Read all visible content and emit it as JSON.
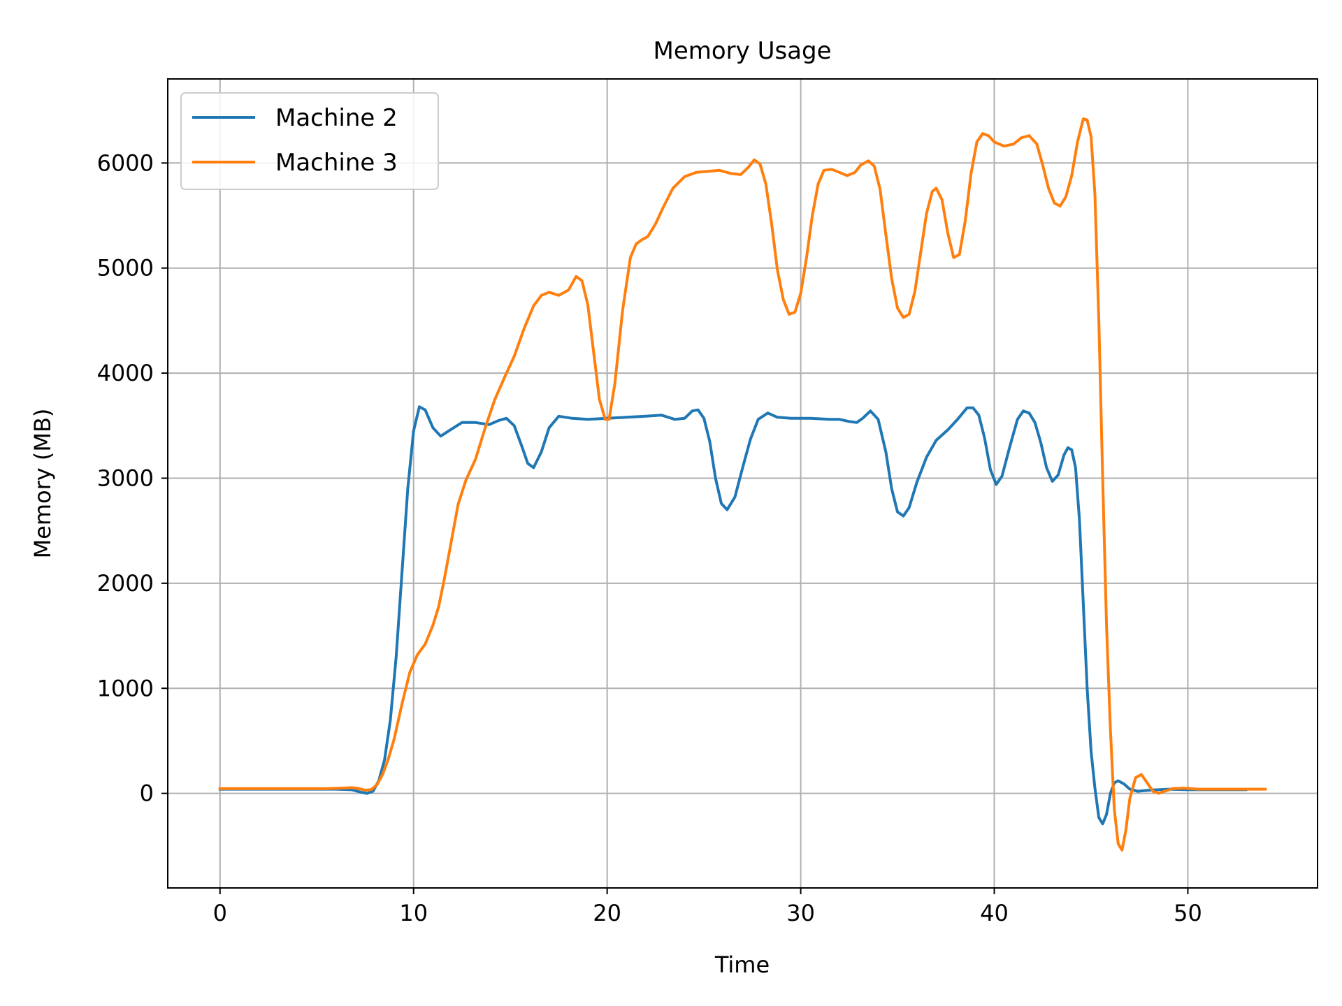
{
  "chart_data": {
    "type": "line",
    "title": "Memory Usage",
    "xlabel": "Time",
    "ylabel": "Memory (MB)",
    "xlim": [
      -2.7,
      56.7
    ],
    "ylim": [
      -900,
      6800
    ],
    "xticks": [
      0,
      10,
      20,
      30,
      40,
      50
    ],
    "yticks": [
      0,
      1000,
      2000,
      3000,
      4000,
      5000,
      6000
    ],
    "grid": true,
    "legend_position": "top-left",
    "series": [
      {
        "name": "Machine 2",
        "color": "#1f77b4",
        "points": [
          [
            0,
            40
          ],
          [
            2,
            40
          ],
          [
            4,
            40
          ],
          [
            6,
            40
          ],
          [
            6.8,
            35
          ],
          [
            7.3,
            10
          ],
          [
            7.6,
            0
          ],
          [
            7.9,
            20
          ],
          [
            8.2,
            120
          ],
          [
            8.5,
            320
          ],
          [
            8.8,
            700
          ],
          [
            9.1,
            1300
          ],
          [
            9.4,
            2100
          ],
          [
            9.7,
            2900
          ],
          [
            10.0,
            3450
          ],
          [
            10.3,
            3680
          ],
          [
            10.6,
            3650
          ],
          [
            11.0,
            3480
          ],
          [
            11.4,
            3400
          ],
          [
            11.9,
            3460
          ],
          [
            12.5,
            3530
          ],
          [
            13.2,
            3530
          ],
          [
            13.9,
            3510
          ],
          [
            14.4,
            3550
          ],
          [
            14.8,
            3570
          ],
          [
            15.2,
            3500
          ],
          [
            15.6,
            3300
          ],
          [
            15.9,
            3140
          ],
          [
            16.2,
            3100
          ],
          [
            16.6,
            3250
          ],
          [
            17.0,
            3480
          ],
          [
            17.5,
            3590
          ],
          [
            18.2,
            3570
          ],
          [
            19,
            3560
          ],
          [
            20,
            3570
          ],
          [
            21,
            3580
          ],
          [
            22,
            3590
          ],
          [
            22.8,
            3600
          ],
          [
            23.5,
            3560
          ],
          [
            24.0,
            3570
          ],
          [
            24.4,
            3640
          ],
          [
            24.7,
            3650
          ],
          [
            25.0,
            3570
          ],
          [
            25.3,
            3350
          ],
          [
            25.6,
            3000
          ],
          [
            25.9,
            2760
          ],
          [
            26.2,
            2700
          ],
          [
            26.6,
            2820
          ],
          [
            27.0,
            3100
          ],
          [
            27.4,
            3370
          ],
          [
            27.8,
            3560
          ],
          [
            28.3,
            3620
          ],
          [
            28.8,
            3580
          ],
          [
            29.5,
            3570
          ],
          [
            30.5,
            3570
          ],
          [
            31.5,
            3560
          ],
          [
            32.0,
            3560
          ],
          [
            32.5,
            3540
          ],
          [
            32.9,
            3530
          ],
          [
            33.2,
            3570
          ],
          [
            33.6,
            3640
          ],
          [
            34.0,
            3560
          ],
          [
            34.4,
            3250
          ],
          [
            34.7,
            2900
          ],
          [
            35.0,
            2680
          ],
          [
            35.3,
            2640
          ],
          [
            35.6,
            2720
          ],
          [
            36.0,
            2960
          ],
          [
            36.5,
            3200
          ],
          [
            37.0,
            3360
          ],
          [
            37.6,
            3460
          ],
          [
            38.1,
            3560
          ],
          [
            38.6,
            3670
          ],
          [
            38.9,
            3670
          ],
          [
            39.2,
            3600
          ],
          [
            39.5,
            3380
          ],
          [
            39.8,
            3080
          ],
          [
            40.1,
            2940
          ],
          [
            40.4,
            3020
          ],
          [
            40.8,
            3300
          ],
          [
            41.2,
            3560
          ],
          [
            41.5,
            3640
          ],
          [
            41.8,
            3620
          ],
          [
            42.1,
            3530
          ],
          [
            42.4,
            3340
          ],
          [
            42.7,
            3100
          ],
          [
            43.0,
            2970
          ],
          [
            43.3,
            3030
          ],
          [
            43.6,
            3220
          ],
          [
            43.8,
            3290
          ],
          [
            44.0,
            3270
          ],
          [
            44.2,
            3100
          ],
          [
            44.4,
            2600
          ],
          [
            44.6,
            1800
          ],
          [
            44.8,
            1000
          ],
          [
            45.0,
            400
          ],
          [
            45.2,
            50
          ],
          [
            45.4,
            -230
          ],
          [
            45.6,
            -290
          ],
          [
            45.8,
            -200
          ],
          [
            46.0,
            0
          ],
          [
            46.2,
            100
          ],
          [
            46.4,
            120
          ],
          [
            46.7,
            90
          ],
          [
            47.0,
            40
          ],
          [
            47.4,
            20
          ],
          [
            48,
            30
          ],
          [
            49,
            40
          ],
          [
            50,
            35
          ],
          [
            51,
            35
          ],
          [
            52,
            35
          ],
          [
            53,
            35
          ]
        ]
      },
      {
        "name": "Machine 3",
        "color": "#ff7f0e",
        "points": [
          [
            0,
            45
          ],
          [
            2,
            45
          ],
          [
            4,
            45
          ],
          [
            5.5,
            45
          ],
          [
            6.3,
            50
          ],
          [
            6.8,
            55
          ],
          [
            7.2,
            45
          ],
          [
            7.5,
            30
          ],
          [
            7.8,
            35
          ],
          [
            8.1,
            80
          ],
          [
            8.4,
            180
          ],
          [
            8.7,
            330
          ],
          [
            9.0,
            520
          ],
          [
            9.4,
            850
          ],
          [
            9.8,
            1150
          ],
          [
            10.2,
            1320
          ],
          [
            10.6,
            1420
          ],
          [
            11.0,
            1600
          ],
          [
            11.3,
            1780
          ],
          [
            11.6,
            2050
          ],
          [
            12.0,
            2450
          ],
          [
            12.3,
            2750
          ],
          [
            12.7,
            2980
          ],
          [
            13.2,
            3180
          ],
          [
            13.7,
            3480
          ],
          [
            14.2,
            3750
          ],
          [
            14.7,
            3960
          ],
          [
            15.2,
            4160
          ],
          [
            15.7,
            4420
          ],
          [
            16.2,
            4640
          ],
          [
            16.6,
            4740
          ],
          [
            17.0,
            4770
          ],
          [
            17.5,
            4740
          ],
          [
            18.0,
            4790
          ],
          [
            18.4,
            4920
          ],
          [
            18.7,
            4880
          ],
          [
            19.0,
            4650
          ],
          [
            19.3,
            4200
          ],
          [
            19.6,
            3750
          ],
          [
            19.9,
            3560
          ],
          [
            20.1,
            3560
          ],
          [
            20.4,
            3900
          ],
          [
            20.8,
            4600
          ],
          [
            21.2,
            5100
          ],
          [
            21.5,
            5230
          ],
          [
            21.8,
            5270
          ],
          [
            22.1,
            5300
          ],
          [
            22.5,
            5420
          ],
          [
            22.9,
            5580
          ],
          [
            23.4,
            5760
          ],
          [
            24.0,
            5870
          ],
          [
            24.6,
            5910
          ],
          [
            25.2,
            5920
          ],
          [
            25.8,
            5930
          ],
          [
            26.4,
            5900
          ],
          [
            26.9,
            5890
          ],
          [
            27.3,
            5960
          ],
          [
            27.6,
            6030
          ],
          [
            27.9,
            5990
          ],
          [
            28.2,
            5800
          ],
          [
            28.5,
            5420
          ],
          [
            28.8,
            4980
          ],
          [
            29.1,
            4700
          ],
          [
            29.4,
            4560
          ],
          [
            29.7,
            4580
          ],
          [
            30.0,
            4760
          ],
          [
            30.3,
            5100
          ],
          [
            30.6,
            5500
          ],
          [
            30.9,
            5800
          ],
          [
            31.2,
            5930
          ],
          [
            31.6,
            5940
          ],
          [
            32.0,
            5910
          ],
          [
            32.4,
            5880
          ],
          [
            32.8,
            5910
          ],
          [
            33.1,
            5980
          ],
          [
            33.5,
            6020
          ],
          [
            33.8,
            5970
          ],
          [
            34.1,
            5750
          ],
          [
            34.4,
            5320
          ],
          [
            34.7,
            4900
          ],
          [
            35.0,
            4620
          ],
          [
            35.3,
            4530
          ],
          [
            35.6,
            4560
          ],
          [
            35.9,
            4780
          ],
          [
            36.2,
            5150
          ],
          [
            36.5,
            5520
          ],
          [
            36.8,
            5730
          ],
          [
            37.0,
            5760
          ],
          [
            37.3,
            5650
          ],
          [
            37.6,
            5330
          ],
          [
            37.9,
            5100
          ],
          [
            38.2,
            5130
          ],
          [
            38.5,
            5450
          ],
          [
            38.8,
            5900
          ],
          [
            39.1,
            6200
          ],
          [
            39.4,
            6280
          ],
          [
            39.7,
            6260
          ],
          [
            40.0,
            6200
          ],
          [
            40.5,
            6160
          ],
          [
            41.0,
            6180
          ],
          [
            41.4,
            6240
          ],
          [
            41.8,
            6260
          ],
          [
            42.2,
            6180
          ],
          [
            42.5,
            5980
          ],
          [
            42.8,
            5760
          ],
          [
            43.1,
            5620
          ],
          [
            43.4,
            5590
          ],
          [
            43.7,
            5680
          ],
          [
            44.0,
            5880
          ],
          [
            44.3,
            6200
          ],
          [
            44.6,
            6420
          ],
          [
            44.8,
            6410
          ],
          [
            45.0,
            6250
          ],
          [
            45.2,
            5700
          ],
          [
            45.4,
            4500
          ],
          [
            45.6,
            3000
          ],
          [
            45.8,
            1600
          ],
          [
            46.0,
            600
          ],
          [
            46.2,
            -150
          ],
          [
            46.4,
            -480
          ],
          [
            46.6,
            -540
          ],
          [
            46.8,
            -350
          ],
          [
            47.0,
            -50
          ],
          [
            47.3,
            150
          ],
          [
            47.6,
            180
          ],
          [
            47.9,
            100
          ],
          [
            48.2,
            20
          ],
          [
            48.5,
            0
          ],
          [
            48.8,
            20
          ],
          [
            49.2,
            45
          ],
          [
            49.8,
            50
          ],
          [
            50.5,
            40
          ],
          [
            51.5,
            40
          ],
          [
            52.5,
            40
          ],
          [
            53.5,
            40
          ],
          [
            54,
            40
          ]
        ]
      }
    ]
  }
}
